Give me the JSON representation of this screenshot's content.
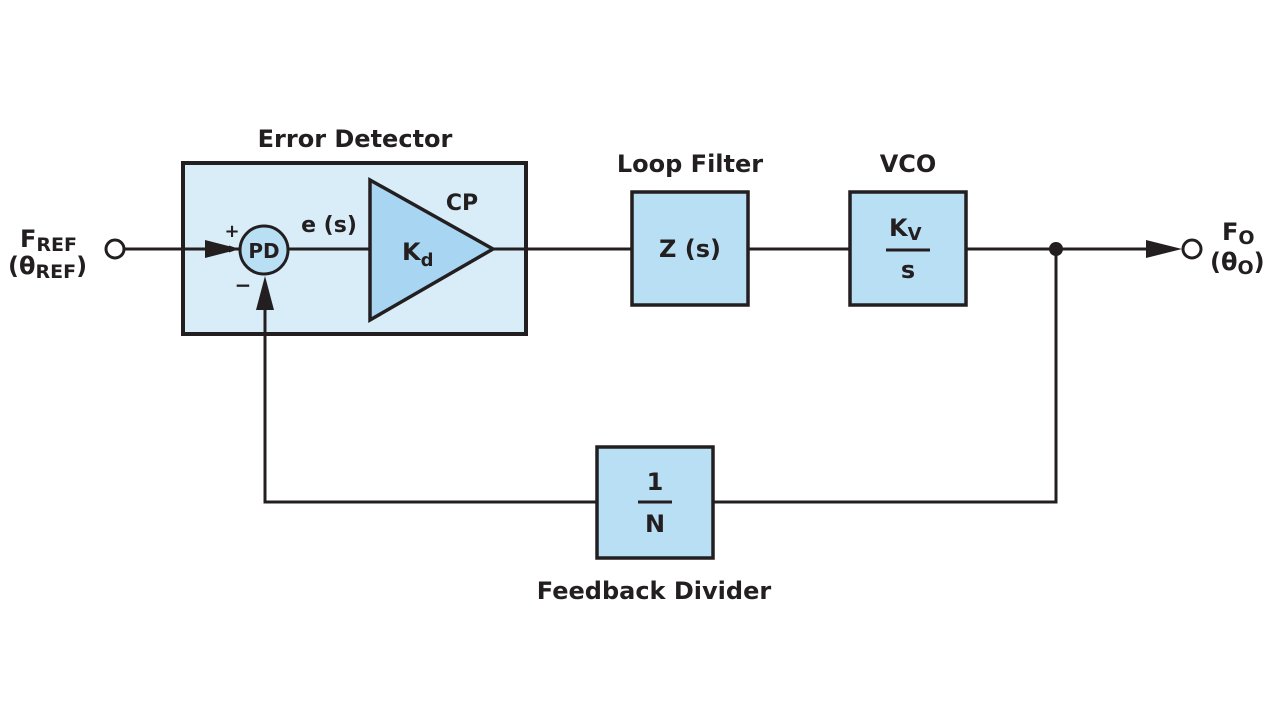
{
  "colors": {
    "outer_fill": "#d9edf9",
    "block_fill": "#b9dff5",
    "triangle_fill": "#a8d5f1",
    "line": "#231f20"
  },
  "error_detector": {
    "title": "Error Detector",
    "pd_label": "PD",
    "plus": "+",
    "minus": "−",
    "error_signal": "e (s)",
    "cp_label": "CP",
    "gain_main": "K",
    "gain_sub": "d"
  },
  "loop_filter": {
    "title": "Loop Filter",
    "expr": "Z (s)"
  },
  "vco": {
    "title": "VCO",
    "num_main": "K",
    "num_sub": "V",
    "den": "s"
  },
  "feedback_divider": {
    "title": "Feedback Divider",
    "num": "1",
    "den": "N"
  },
  "input": {
    "f_main": "F",
    "f_sub": "REF",
    "theta_open": "(θ",
    "theta_sub": "REF",
    "theta_close": ")"
  },
  "output": {
    "f_main": "F",
    "f_sub": "O",
    "theta_open": "(θ",
    "theta_sub": "O",
    "theta_close": ")"
  }
}
